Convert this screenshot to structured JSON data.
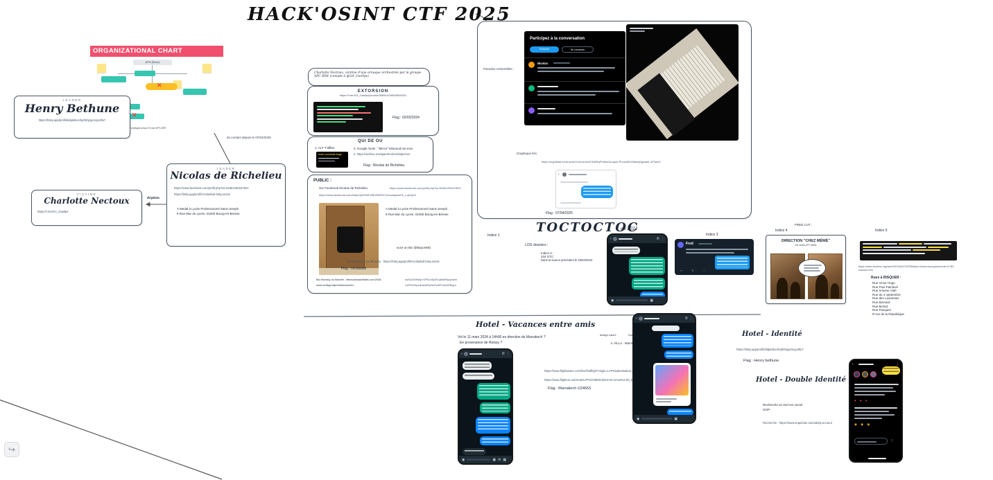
{
  "title": "HACK'OSINT CTF 2025",
  "org_chart": {
    "banner": "ORGANIZATIONAL CHART",
    "top_node": "APN (Boss)",
    "caption": "/p.v.i.O/ps/ps?r=nt/c/ptsq/s:c/acc?r=svt.VFI-OR/"
  },
  "contact_note": "du contact depuis le 07/04/2025",
  "people": {
    "henry": {
      "role": "LEADER",
      "name": "Henry Bethune",
      "url": "https://bsky.app/profil/didpkdtxcsfq2fehjrgvreyyv8fu7"
    },
    "nicolas": {
      "role": "LEADER",
      "name": "Nicolas de Richelieu",
      "url1": "https://www.facebook.com/profil.php?id=61561290247821",
      "url2": "https://bsky.app/profil/nicolasbdr.bsky.social",
      "school": "A Medal à Lycée Professionnel Saint-Joseph",
      "address": "8 Rue Mar du Lycée, 01000 Bourg-en-Bresse"
    },
    "charlotte": {
      "role": "VICTIME",
      "name": "Charlotte Nectoux",
      "url": "https://t.me/GA_Gaellps"
    },
    "arrow_label": "déplais"
  },
  "intro_note": "Charlotte Nectoux, victime d'une arnaque orchestrée par le groupe APC RD4 (compte à @GA_Gaellps)",
  "extorsion": {
    "title": "EXTORSION",
    "url": "https://t.me/GA_Gaellps/photos/388944238828390201",
    "flag": "Flag : 02/02/2024"
  },
  "qui_de_ou": {
    "title": "QUI DE OU",
    "item1": "1. ALT T'affiter",
    "img_caption": "boss? poss/ball mage",
    "item2": "2. Google Tools : \"Mirror\" k9sound.me.mov",
    "item3": "3. https://archive.ms/spam#mirror/dulpe/vos",
    "flag": "Flag : Nicolas de Richelieu"
  },
  "public_note": {
    "title": "PUBLIC :",
    "line1": "Sur Facebook Nicolas de Richelieu",
    "url1": "https://www.facebook.com/profil.php?id=61561290247821",
    "url2": "https://www.facebook.com/share/p/9Z94F28E299R2t/?mosaiquestFb_LqkJqVb",
    "school": "A Medal à Lycée Professionnel Saint-Joseph",
    "address": "8 Rue Mar du Lycée, 01000 Bourg-en-Bresse",
    "bio": "suce un Bio @BayonMtz",
    "bluesky": "VM Fondateur sur Bluesky : https://bsky.app/profil/nicolasbdr.bsky.social",
    "flag": "Flag : nicolasbdr",
    "benefit1": "Bio bluesky ou Benefit : vtfcmaxbzaddfsttrv.com2028",
    "benefit2": "www.verifyprofprimebanhunter",
    "code1": "ssRu2509k9pY2Pb2x8ySGqbsbRtydphem",
    "code2": "LaP94x9y/nablzwRy2sbTwbFlubict23kgm"
  },
  "browser": {
    "pseudos_label": "Pseudos ressemblés :",
    "twitter": {
      "header": "Participez à la conversation",
      "signup": "S'inscrire",
      "login": "Se connecter",
      "tweet_author": "Nicolas"
    },
    "graph_label": "Graphique liés :",
    "graph_url": "https://cryptlead.fr/chros/dr/2/chros/circ/F8405qProbloGanquin-Photo28O2ab6qOgica81-2P4a21/",
    "flag": "Flag : 07/04/2025"
  },
  "toc": {
    "heading": "TOCTOCTOC",
    "year": "en 2024",
    "log_label": "LOG dossiers :",
    "indice1": "Indice 1",
    "indice2_title": "Indice 2 :",
    "indice2_value": "434 GTC",
    "indice2_note": "Dans la source précédent le 19/02/2024",
    "indice3": "Indice 3",
    "indice4": "Indice 4",
    "indice5": "Indice 5",
    "fred_cut": "FRED CUT :",
    "fred_name": "Fred"
  },
  "chez_meme": {
    "title": "DIRECTION \"CHEZ MÉMÉ\"",
    "subtitle": "24 JUILLET 2024"
  },
  "archive": {
    "url": "https://web.archive.org/web/20240447037B/https://www.bourgmincente.fr/782-travaux.htm",
    "rues_title": "Rues à RISQUER :",
    "rues": [
      "Rue Victor Hugo",
      "Rue Paul Painlevé",
      "Rue Antoine Vidé",
      "Rue du 4 septembre",
      "Rue des Lazaristes",
      "Rue Bernard",
      "Rue Bichat",
      "Rue Pasquier",
      "R rue de la République"
    ]
  },
  "hotel": {
    "vacances": {
      "title": "Hotel - Vacances entre amis",
      "q1": "Vol le 11 mars 2024 à 14h00 en direction de Marrakech ?",
      "q2": "En provenance de Roissy ?",
      "design_label": "design Label :",
      "design_value": "Sur Sur Roublay Marrakech",
      "villa": "↳  VILLA :   Marrakech",
      "url1": "https://www.flightaware.com/live/findflight?origin=LFPG&destination=GMMX",
      "url2": "https://www.flightera.net/route/LFPG/GMMX/2024-03-11%2014:00_EDT",
      "flag": "Flag : Marrakech U24663"
    },
    "identite": {
      "title": "Hotel - Identité",
      "url": "https://bsky.app/profil/didpkdtxcsfq2fehjrgvreyyv8fu7",
      "flag": "Flag : Henry bethune"
    },
    "double": {
      "title": "Hotel - Double Identité",
      "line1": "Recherche un 2nd res social",
      "line2": "GOP :",
      "line3": "Recherche : https://www.snapchat.com/add/p.account"
    }
  },
  "ui": {
    "redo_icon": "↪"
  }
}
